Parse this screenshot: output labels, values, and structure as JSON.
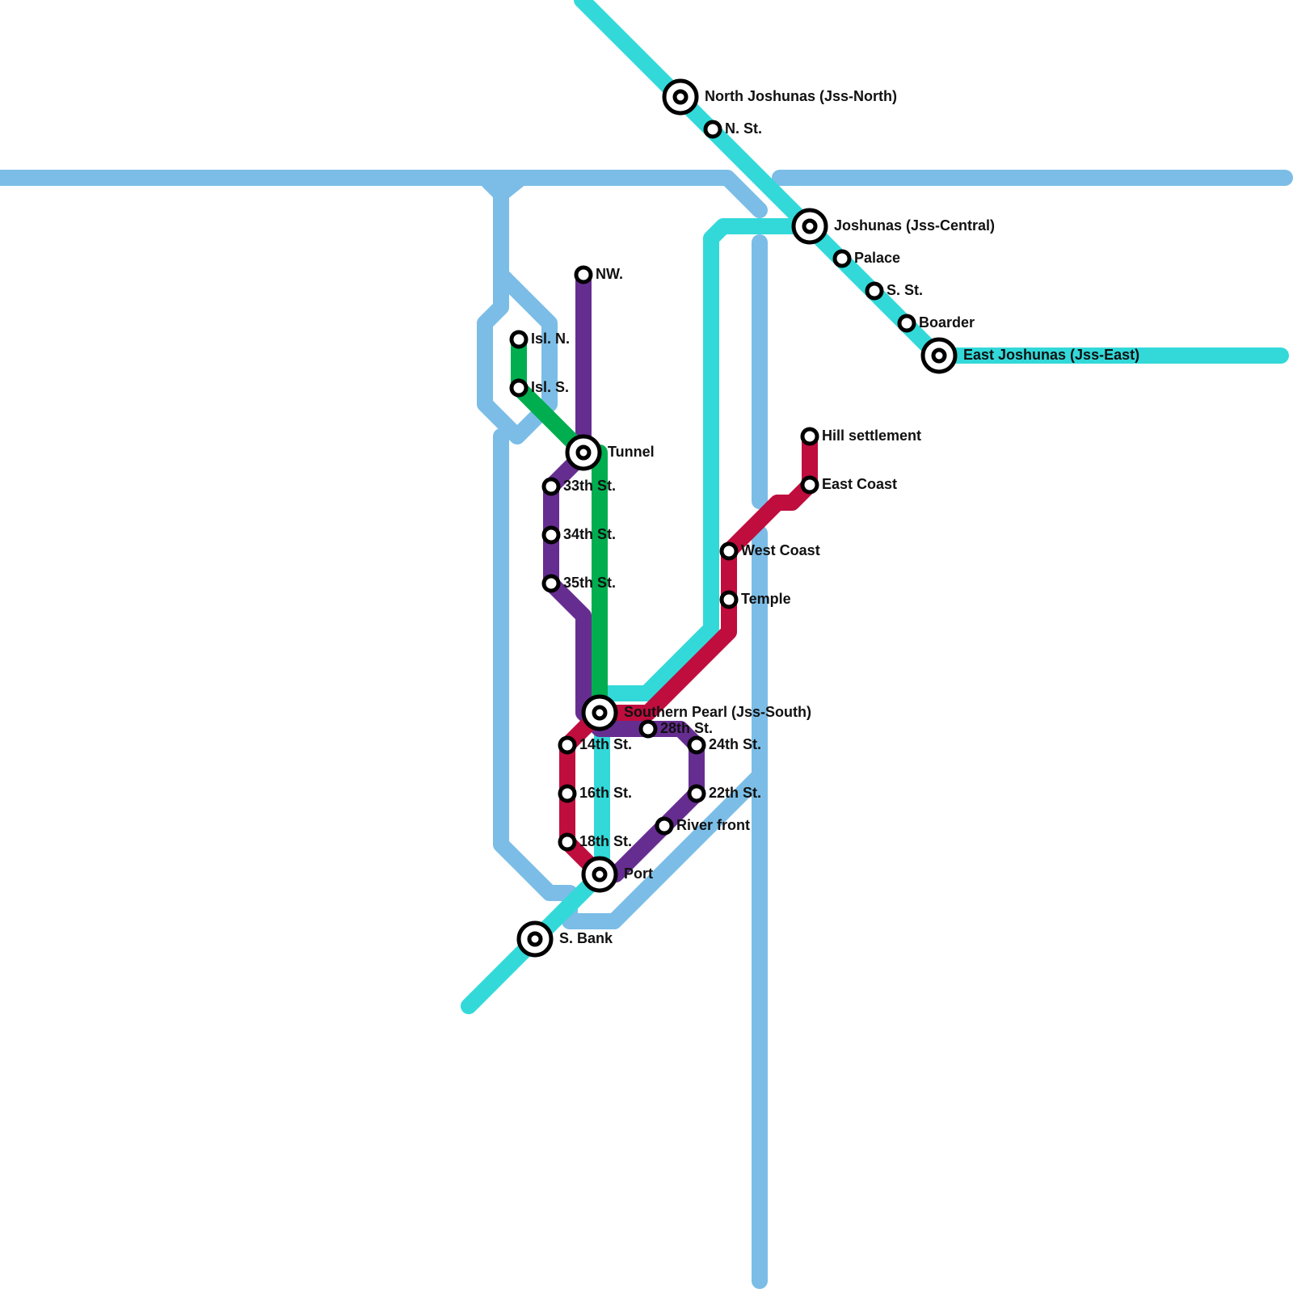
{
  "colors": {
    "background": "#ffffff",
    "river": "#7bbde6",
    "cyan_line": "#33d9d9",
    "purple_line": "#662d91",
    "green_line": "#00ad4f",
    "red_line": "#bf0d3e",
    "station_stroke": "#000000",
    "station_fill": "#ffffff",
    "label_text": "#111111"
  },
  "stations": {
    "north_joshunas": "North Joshunas (Jss-North)",
    "n_st": "N. St.",
    "joshunas_central": "Joshunas (Jss-Central)",
    "palace": "Palace",
    "s_st": "S. St.",
    "boarder": "Boarder",
    "east_joshunas": "East Joshunas (Jss-East)",
    "nw": "NW.",
    "isl_n": "Isl. N.",
    "isl_s": "Isl. S.",
    "tunnel": "Tunnel",
    "st_33": "33th St.",
    "st_34": "34th St.",
    "st_35": "35th St.",
    "hill_settlement": "Hill settlement",
    "east_coast": "East Coast",
    "west_coast": "West Coast",
    "temple": "Temple",
    "southern_pearl": "Southern Pearl (Jss-South)",
    "st_28": "28th St.",
    "st_14": "14th St.",
    "st_24": "24th St.",
    "st_16": "16th St.",
    "st_22": "22th St.",
    "river_front": "River front",
    "st_18": "18th St.",
    "port": "Port",
    "s_bank": "S. Bank"
  }
}
